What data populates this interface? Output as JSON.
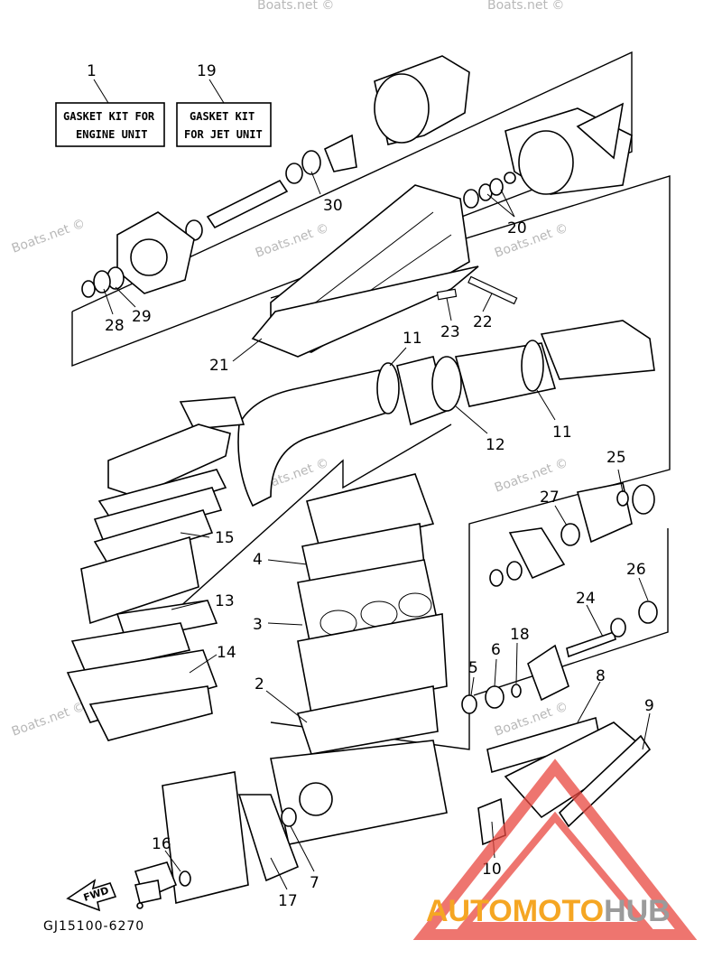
{
  "kits": [
    {
      "number": "1",
      "line1": "GASKET KIT FOR",
      "line2": "ENGINE UNIT"
    },
    {
      "number": "19",
      "line1": "GASKET KIT",
      "line2": "FOR JET UNIT"
    }
  ],
  "callouts": [
    "30",
    "20",
    "28",
    "29",
    "21",
    "23",
    "22",
    "11",
    "12",
    "11",
    "25",
    "27",
    "15",
    "4",
    "13",
    "3",
    "26",
    "24",
    "14",
    "2",
    "5",
    "6",
    "18",
    "8",
    "9",
    "16",
    "7",
    "17",
    "10"
  ],
  "watermark": "Boats.net ©",
  "fwd_label": "FWD",
  "diagram_code": "GJ15100-6270",
  "brand": {
    "part1": "AUTOMOTO",
    "part2": "HUB",
    "color1": "#f5a623",
    "color2": "#9b9b9b",
    "triangle_color": "#e8473f"
  }
}
